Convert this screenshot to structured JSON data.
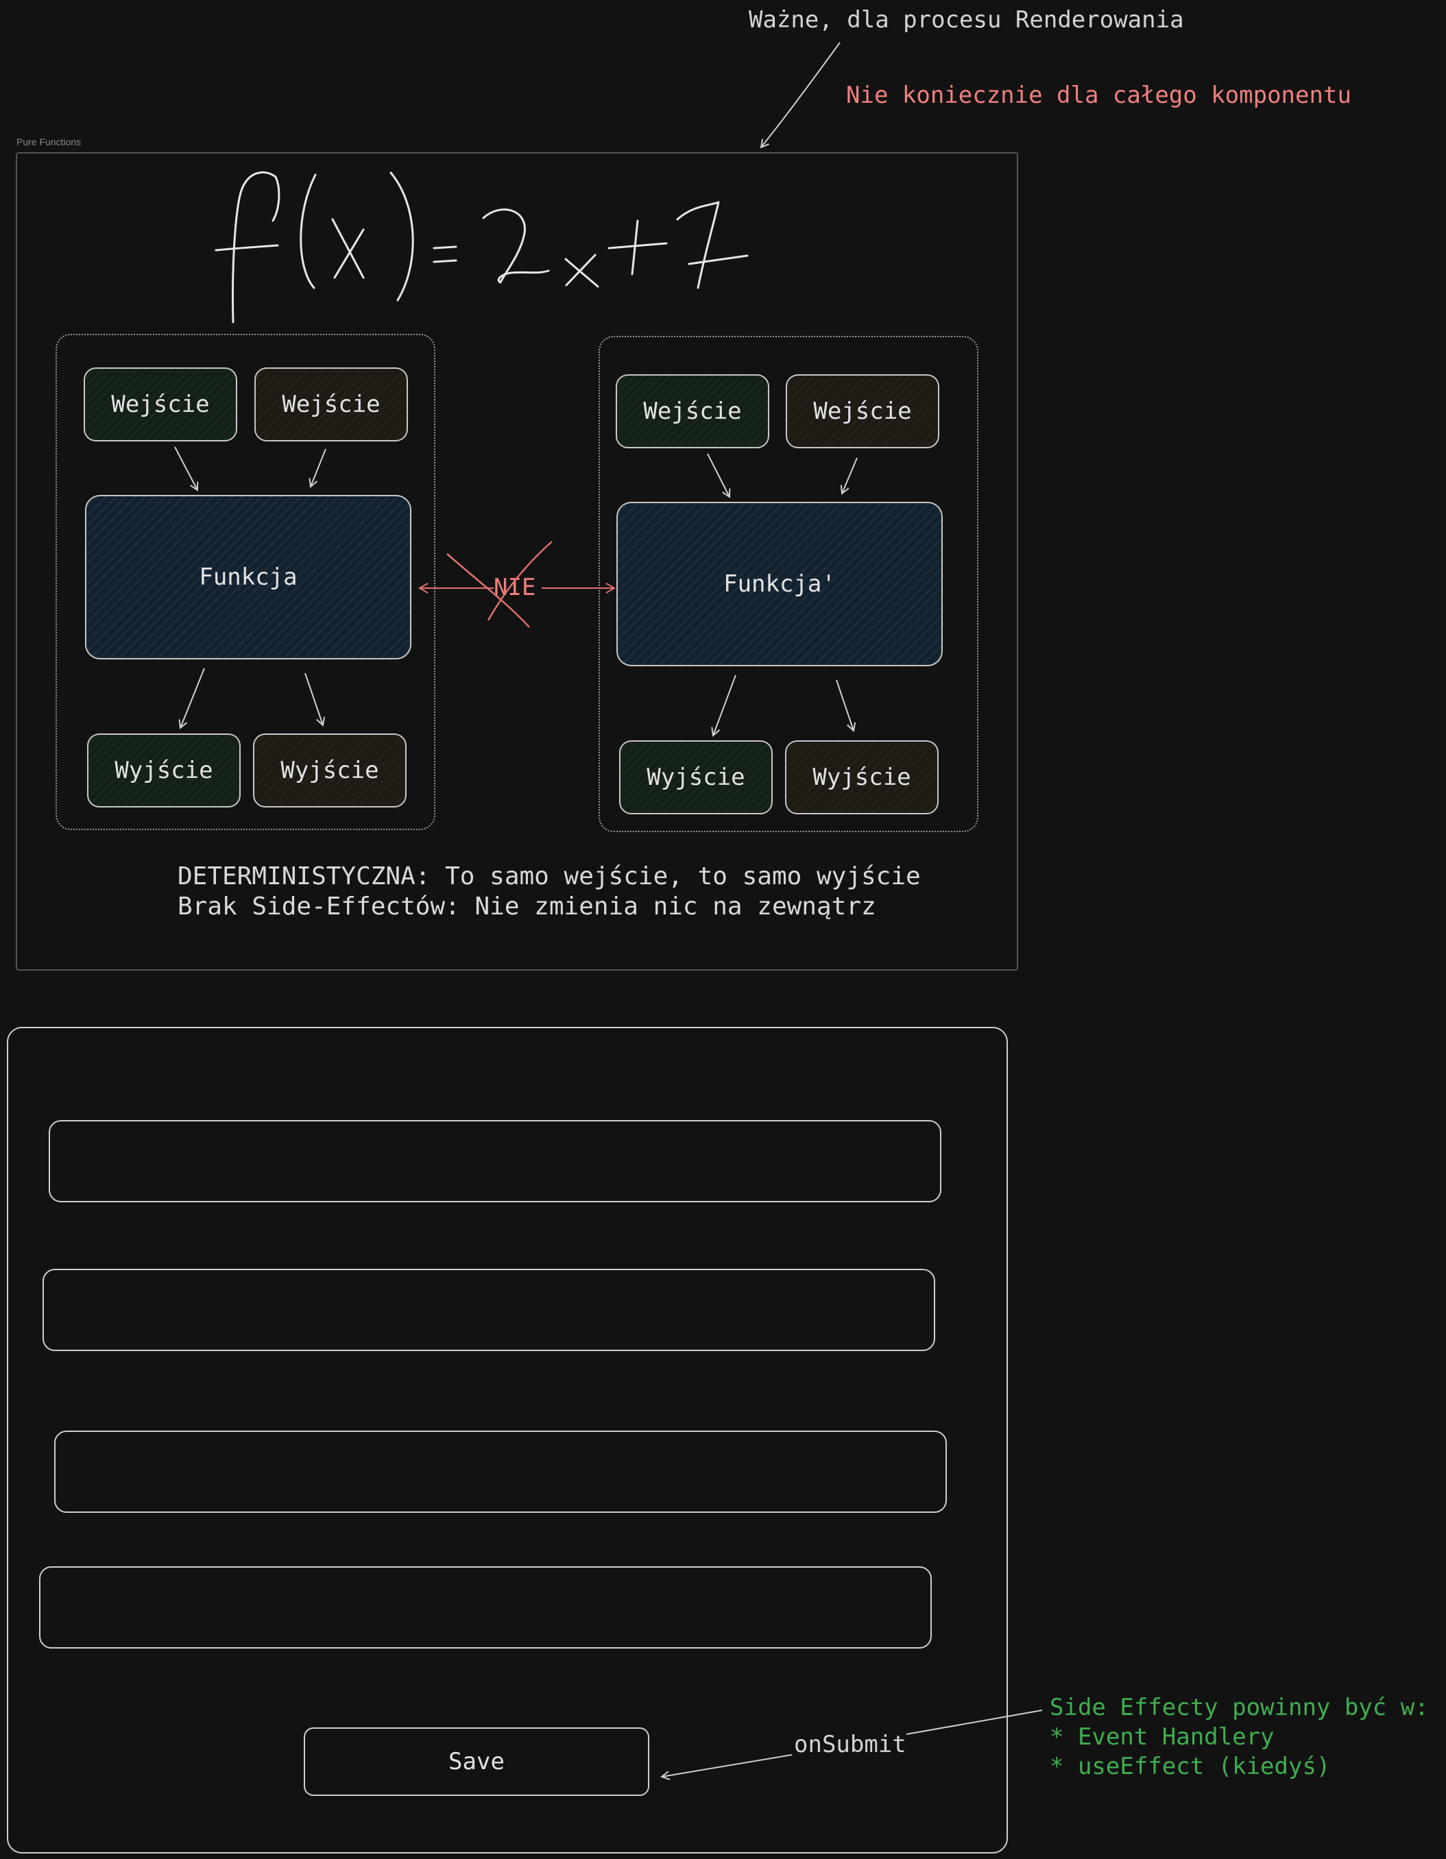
{
  "annotations": {
    "top_note": "Ważne, dla procesu Renderowania",
    "red_note": "Nie koniecznie dla całego komponentu"
  },
  "frame": {
    "title": "Pure Functions",
    "formula": "f(x)=2x+7",
    "left_group": {
      "inputs": [
        "Wejście",
        "Wejście"
      ],
      "function": "Funkcja",
      "outputs": [
        "Wyjście",
        "Wyjście"
      ]
    },
    "right_group": {
      "inputs": [
        "Wejście",
        "Wejście"
      ],
      "function": "Funkcja'",
      "outputs": [
        "Wyjście",
        "Wyjście"
      ]
    },
    "not_label": "NIE",
    "description_lines": [
      "DETERMINISTYCZNA: To samo wejście, to samo wyjście",
      "Brak Side-Effectów: Nie zmienia nic na zewnątrz"
    ]
  },
  "form": {
    "fields": [
      "",
      "",
      "",
      ""
    ],
    "save_label": "Save"
  },
  "side_notes": {
    "on_submit": "onSubmit",
    "lines": [
      "Side Effecty powinny być w:",
      "* Event Handlery",
      "* useEffect (kiedyś)"
    ]
  },
  "colors": {
    "background": "#121212",
    "note_red": "#f08080",
    "note_green": "#3fae4f",
    "function_fill": "#14222f",
    "input_green_fill": "#142016",
    "input_brown_fill": "#1e1a14"
  }
}
